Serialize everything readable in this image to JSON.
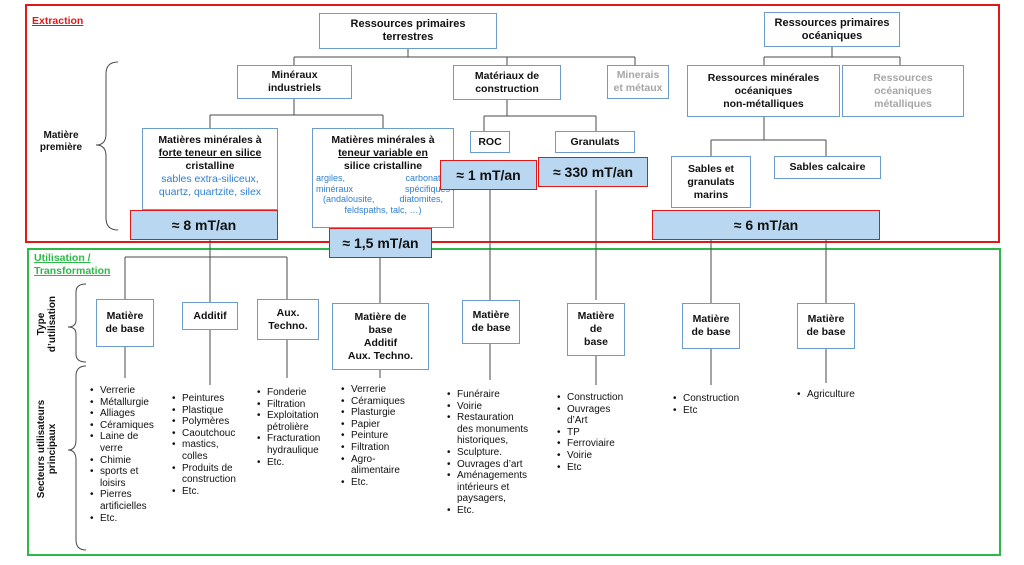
{
  "sections": {
    "extraction": "Extraction",
    "utilisation_line1": "Utilisation /",
    "utilisation_line2": "Transformation"
  },
  "side_labels": {
    "matiere_premiere": [
      "Matière",
      "première"
    ],
    "type_utilisation": [
      "Type",
      "d’utilisation"
    ],
    "secteurs": [
      "Secteurs utilisateurs",
      "principaux"
    ]
  },
  "top_nodes": {
    "terrestres": [
      "Ressources primaires",
      "terrestres"
    ],
    "oceaniques": [
      "Ressources primaires",
      "océaniques"
    ]
  },
  "level2": {
    "mineraux_industriels": [
      "Minéraux",
      "industriels"
    ],
    "materiaux_construction": [
      "Matériaux de",
      "construction"
    ],
    "minerais_metaux": [
      "Minerais",
      "et métaux"
    ],
    "ressources_non_metal": [
      "Ressources minérales",
      "océaniques",
      "non-métalliques"
    ],
    "ressources_metal": [
      "Ressources",
      "océaniques",
      "métalliques"
    ]
  },
  "level3": {
    "forte_teneur": {
      "lines": [
        "Matières minérales à",
        "forte teneur en silice",
        "cristalline"
      ],
      "examples": [
        "sables extra-siliceux,",
        "quartz, quartzite, silex"
      ]
    },
    "teneur_variable": {
      "lines": [
        "Matières minérales à",
        "teneur variable en",
        "silice cristalline"
      ],
      "examples_left": [
        "argiles,",
        "minéraux"
      ],
      "examples_right": [
        "carbonates",
        "spécifiques"
      ],
      "examples_bottom": [
        "(andalousite,          diatomites,",
        "feldspaths, talc, …)"
      ]
    },
    "roc": "ROC",
    "granulats": "Granulats",
    "sables_marins": [
      "Sables et",
      "granulats",
      "marins"
    ],
    "sables_calcaire": "Sables calcaire"
  },
  "quantities": {
    "q8": "≈ 8 mT/an",
    "q15": "≈ 1,5 mT/an",
    "q1": "≈ 1 mT/an",
    "q330": "≈ 330 mT/an",
    "q6": "≈ 6 mT/an"
  },
  "usage_types": [
    [
      "Matière",
      "de base"
    ],
    [
      "Additif"
    ],
    [
      "Aux.",
      "Techno."
    ],
    [
      "Matière de",
      "base",
      "Additif",
      "Aux. Techno."
    ],
    [
      "Matière",
      "de base"
    ],
    [
      "Matière",
      "de",
      "base"
    ],
    [
      "Matière",
      "de base"
    ],
    [
      "Matière",
      "de base"
    ]
  ],
  "sectors": [
    [
      "Verrerie",
      "Métallurgie",
      "Alliages",
      "Céramiques",
      "Laine de\nverre",
      "Chimie",
      "sports et\nloisirs",
      "Pierres\nartificielles",
      "Etc."
    ],
    [
      "Peintures",
      "Plastique",
      "Polymères",
      "Caoutchouc",
      "mastics,\ncolles",
      "Produits de\nconstruction",
      "Etc."
    ],
    [
      "Fonderie",
      "Filtration",
      "Exploitation\npétrolière",
      "Fracturation\nhydraulique",
      "Etc."
    ],
    [
      "Verrerie",
      "Céramiques",
      "Plasturgie",
      "Papier",
      "Peinture",
      "Filtration",
      "Agro-\nalimentaire",
      "Etc."
    ],
    [
      "Funéraire",
      "Voirie",
      "Restauration\ndes monuments\nhistoriques,",
      "Sculpture.",
      "Ouvrages d’art",
      "Aménagements\nintérieurs et\npaysagers,",
      "Etc."
    ],
    [
      "Construction",
      "Ouvrages\nd’Art",
      "TP",
      "Ferroviaire",
      "Voirie",
      "Etc"
    ],
    [
      "Construction",
      "Etc"
    ],
    [
      "Agriculture"
    ]
  ],
  "colors": {
    "extraction_border": "#e01818",
    "utilisation_border": "#2eb84a",
    "box_border": "#6c9ccd",
    "quantity_fill": "#b9d7f0",
    "example_text": "#2f7fd1",
    "grey_text": "#a6a6a6"
  }
}
